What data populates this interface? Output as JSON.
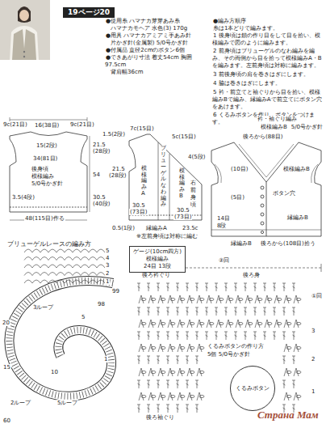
{
  "diagram": {
    "title": "19ページ20",
    "nodes": [
      {
        "text": [
          "後身頃",
          "模様編み",
          "5/0号かぎ針"
        ]
      },
      {
        "text": [
          "模様編みA"
        ]
      },
      {
        "text": [
          "ブリューゲルなわ編み"
        ]
      },
      {
        "text": [
          "模様編みB"
        ]
      },
      {
        "text": [
          "ゲージ(10cm四方)",
          "模様編み",
          "24目 13段"
        ]
      },
      {
        "text": [
          "くるみボタン"
        ]
      }
    ],
    "labels": [
      "●使用糸 ハマナカ芽芽あみ糸",
      "ハマナカモヘア 水色(3) 170g",
      "●用具 ハマナカアミアミ手あみ針",
      "片かぎ針(金属製) 5/0号かぎ針",
      "●付属品 直径2cmのボタン6個",
      "●できあがり寸法 着丈54cm 胸囲97.5cm",
      "背肩幅36cm",
      "●編み方順序",
      "糸は1本どりで編みます。",
      "1 後身頃は鎖の作り目をして目を拾い、模様編みで図のように編みます。",
      "2 前身頃はブリューゲルのなわ編みを編み、その両側から目を拾って模様編みA・Bを編みます。左前身頃は対称に編みます。",
      "3 前後身頃の肩を巻きはぎにします。",
      "4 脇は巻きはぎにします。",
      "5 衿・前立てと袖ぐりから目を拾い、模様編みBで編み、縁編みAで前立てにボタン穴をあけます。",
      "6 くるみボタンを作り、ボタンをつけます。",
      "9c(21目)",
      "16(38目)",
      "9c(21目)",
      "15(2段)",
      "34(81目)",
      "21.5",
      "(28段)",
      "54",
      "30.5",
      "(40段)",
      "48(115目)作る",
      "3.5(4段)",
      "7c(15目)",
      "5c(15目)",
      "4(5段)",
      "21.5",
      "(28段)",
      "30.5",
      "(73目)",
      "30.5",
      "(73目)",
      "縁編みA",
      "23.5c",
      "0.5(1段)",
      "※左前身頃は対称に編む",
      "右前身頃",
      "1.5(2段)",
      "衿・袖ぐり編み",
      "模様編みB",
      "5/0号かぎ針",
      "ボタン穴",
      "後ろから(88目)",
      "(10目)",
      "(5目)",
      "14目",
      "8段",
      "縁編みB",
      "後ろから(108目)拾う",
      "模様編みB",
      "縁編みB",
      "ブリューゲルレースの編み方",
      "5",
      "4",
      "3",
      "2",
      "1",
      "②回",
      "後ろ衿ぐり",
      "後ろ身",
      "①回",
      "99",
      "98",
      "20",
      "5",
      "15",
      "10",
      "3ループ",
      "5ループ",
      "2ループ",
      "1",
      "くるみボタンの作り方",
      "5個 5/0号かぎ針",
      "3",
      "2",
      "1",
      "60",
      "Страна Мам",
      "後ろ袖ぐり"
    ]
  }
}
